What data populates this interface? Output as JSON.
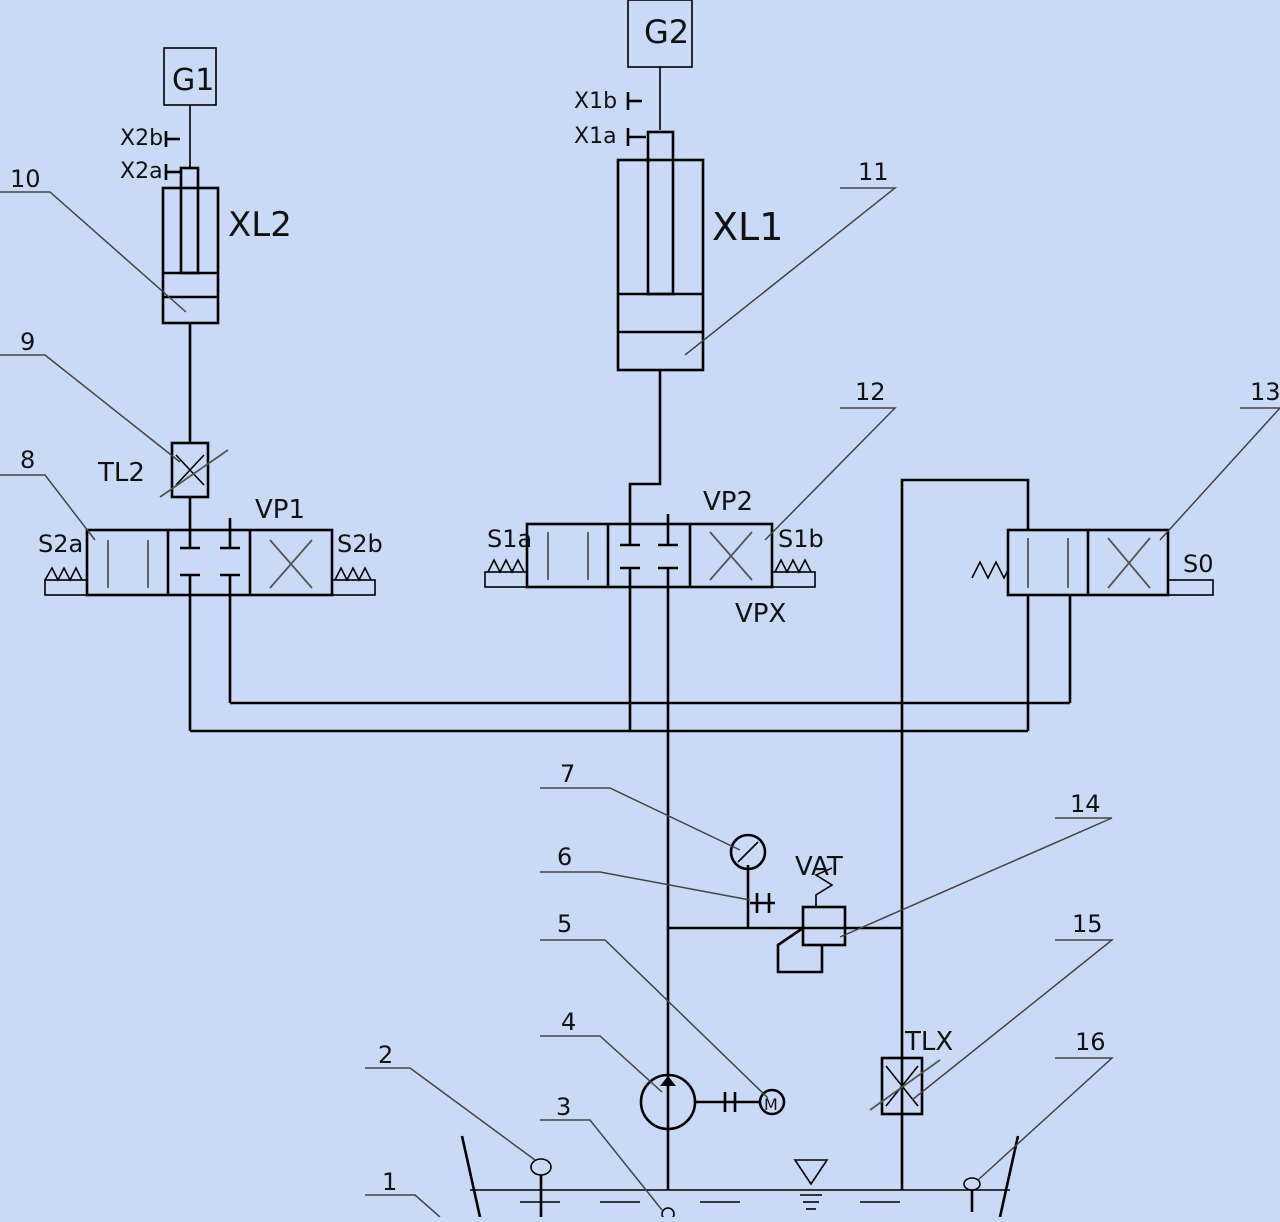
{
  "sensors": {
    "g1": "G1",
    "g2": "G2"
  },
  "limits": {
    "x2a": "X2a",
    "x2b": "X2b",
    "x1a": "X1a",
    "x1b": "X1b"
  },
  "cylinders": {
    "xl2": "XL2",
    "xl1": "XL1"
  },
  "valves": {
    "tl2": "TL2",
    "vp1": "VP1",
    "vp2": "VP2",
    "vpx": "VPX",
    "vat": "VAT",
    "tlx": "TLX"
  },
  "solenoids": {
    "s2a": "S2a",
    "s2b": "S2b",
    "s1a": "S1a",
    "s1b": "S1b",
    "s0": "S0"
  },
  "callouts": [
    "1",
    "2",
    "3",
    "4",
    "5",
    "6",
    "7",
    "8",
    "9",
    "10",
    "11",
    "12",
    "13",
    "14",
    "15",
    "16"
  ],
  "colors": {
    "background": "#c8daf5",
    "line": "#000000",
    "leader": "#444444"
  }
}
